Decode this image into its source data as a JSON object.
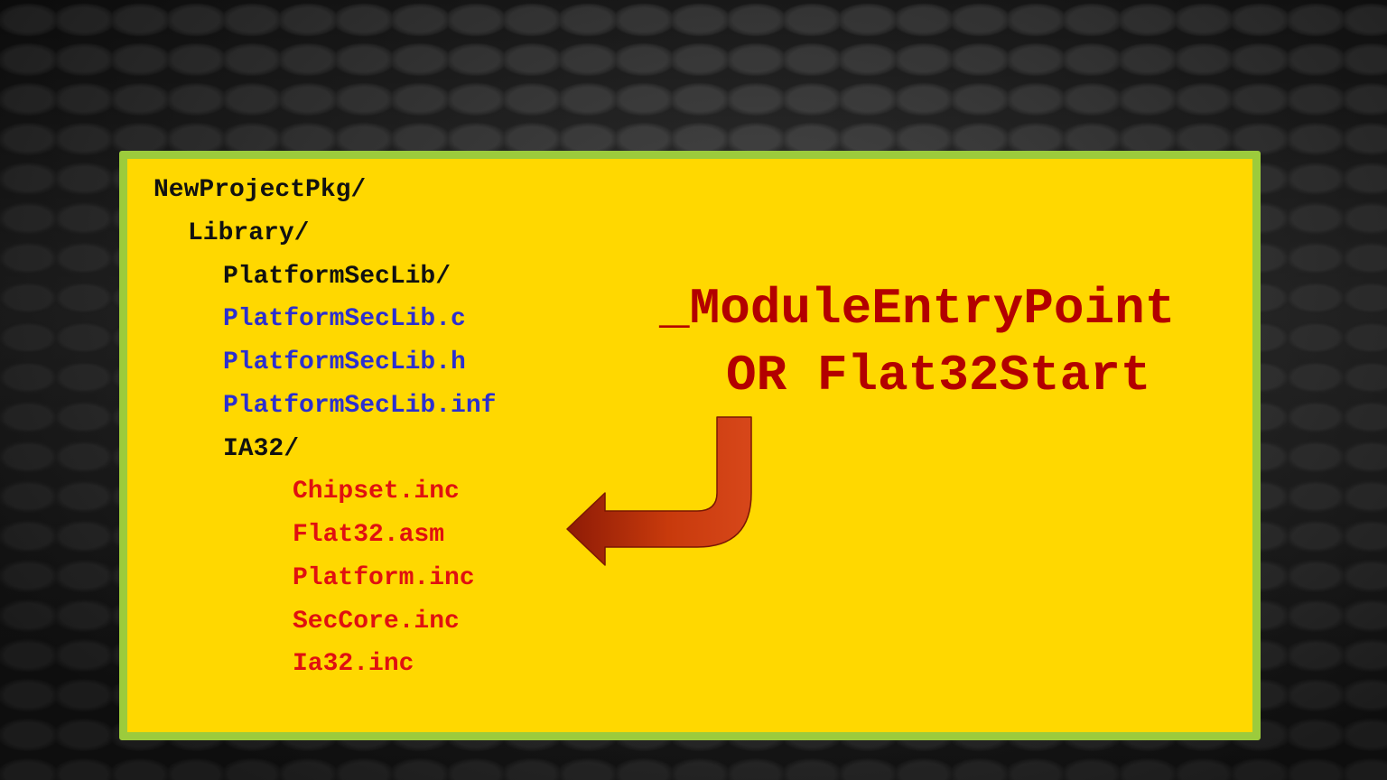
{
  "tree": {
    "root": "NewProjectPkg/",
    "library": "Library/",
    "platform_sec_lib_dir": "PlatformSecLib/",
    "files": [
      "PlatformSecLib.c",
      "PlatformSecLib.h",
      "PlatformSecLib.inf"
    ],
    "ia32_dir": "IA32/",
    "ia32_files": [
      "Chipset.inc",
      "Flat32.asm",
      "Platform.inc",
      "SecCore.inc",
      "Ia32.inc"
    ]
  },
  "callout": {
    "line1": "_ModuleEntryPoint",
    "line2": "OR Flat32Start"
  },
  "colors": {
    "panel": "#ffd800",
    "panel_border": "#9ccb3c",
    "dir_text": "#111111",
    "lib_file_text": "#2b2fd0",
    "asm_file_text": "#e01010",
    "callout_text": "#b30000",
    "arrow": "#c0310a"
  },
  "icons": {
    "arrow": "curved-arrow-left-icon"
  }
}
